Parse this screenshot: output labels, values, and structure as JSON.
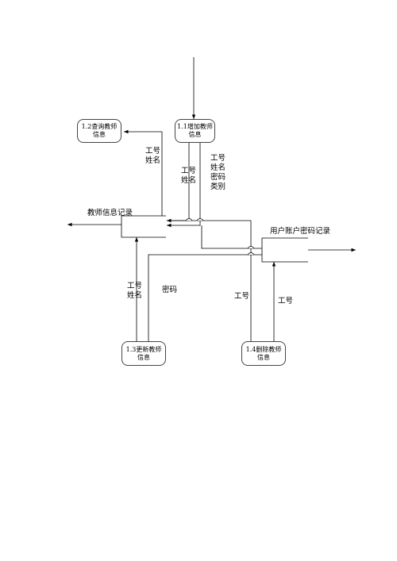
{
  "processes": {
    "p11": {
      "line1": "1.1增加教师",
      "line2": "信息"
    },
    "p12": {
      "line1": "1.2查询教师",
      "line2": "信息"
    },
    "p13": {
      "line1": "1.3更新教师",
      "line2": "信息"
    },
    "p14": {
      "line1": "1.4删除教师",
      "line2": "信息"
    }
  },
  "stores": {
    "teacher": "教师信息记录",
    "account": "用户账户密码记录"
  },
  "labels": {
    "to_p12": [
      "工号",
      "姓名"
    ],
    "p11_a": [
      "工号",
      "姓名"
    ],
    "p11_b": [
      "工号",
      "姓名",
      "密码",
      "类别"
    ],
    "p13_a": [
      "工号",
      "姓名"
    ],
    "p13_b": "密码",
    "p14_a": "工号",
    "p14_b": "工号"
  }
}
